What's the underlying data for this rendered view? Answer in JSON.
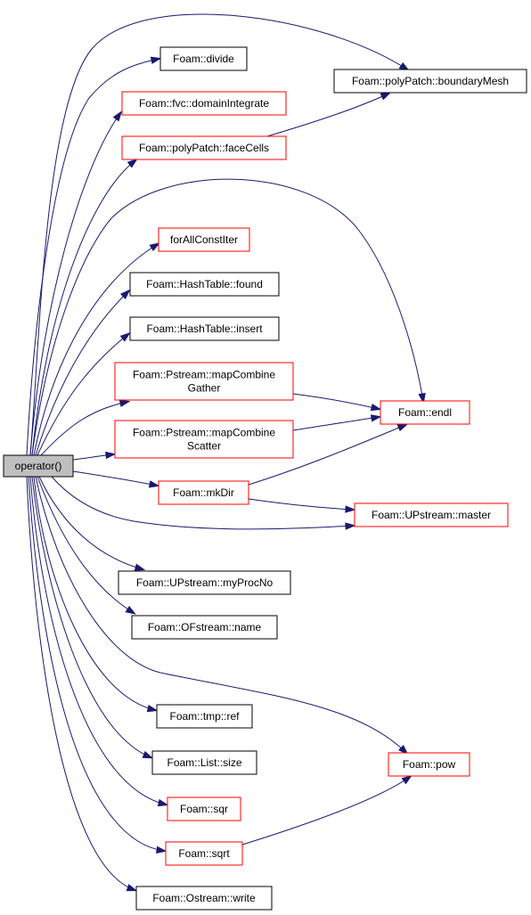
{
  "colors": {
    "edge": "#191970",
    "root_fill": "#bfbfbf",
    "doc_border": "#000000",
    "undoc_border": "#ff0000"
  },
  "nodes": [
    {
      "id": "root",
      "lines": [
        "operator()"
      ],
      "style": "root"
    },
    {
      "id": "divide",
      "lines": [
        "Foam::divide"
      ],
      "style": "doc"
    },
    {
      "id": "boundaryMesh",
      "lines": [
        "Foam::polyPatch::boundaryMesh"
      ],
      "style": "doc"
    },
    {
      "id": "domainIntegrate",
      "lines": [
        "Foam::fvc::domainIntegrate"
      ],
      "style": "undoc"
    },
    {
      "id": "faceCells",
      "lines": [
        "Foam::polyPatch::faceCells"
      ],
      "style": "undoc"
    },
    {
      "id": "forAllConstIter",
      "lines": [
        "forAllConstIter"
      ],
      "style": "undoc"
    },
    {
      "id": "found",
      "lines": [
        "Foam::HashTable::found"
      ],
      "style": "doc"
    },
    {
      "id": "insert",
      "lines": [
        "Foam::HashTable::insert"
      ],
      "style": "doc"
    },
    {
      "id": "mapCombineGather",
      "lines": [
        "Foam::Pstream::mapCombine",
        "Gather"
      ],
      "style": "undoc"
    },
    {
      "id": "endl",
      "lines": [
        "Foam::endl"
      ],
      "style": "undoc"
    },
    {
      "id": "mapCombineScatter",
      "lines": [
        "Foam::Pstream::mapCombine",
        "Scatter"
      ],
      "style": "undoc"
    },
    {
      "id": "mkDir",
      "lines": [
        "Foam::mkDir"
      ],
      "style": "undoc"
    },
    {
      "id": "master",
      "lines": [
        "Foam::UPstream::master"
      ],
      "style": "undoc"
    },
    {
      "id": "myProcNo",
      "lines": [
        "Foam::UPstream::myProcNo"
      ],
      "style": "doc"
    },
    {
      "id": "ofname",
      "lines": [
        "Foam::OFstream::name"
      ],
      "style": "doc"
    },
    {
      "id": "ref",
      "lines": [
        "Foam::tmp::ref"
      ],
      "style": "doc"
    },
    {
      "id": "size",
      "lines": [
        "Foam::List::size"
      ],
      "style": "doc"
    },
    {
      "id": "pow",
      "lines": [
        "Foam::pow"
      ],
      "style": "undoc"
    },
    {
      "id": "sqr",
      "lines": [
        "Foam::sqr"
      ],
      "style": "undoc"
    },
    {
      "id": "sqrt",
      "lines": [
        "Foam::sqrt"
      ],
      "style": "undoc"
    },
    {
      "id": "write",
      "lines": [
        "Foam::Ostream::write"
      ],
      "style": "doc"
    }
  ],
  "edges": [
    {
      "from": "root",
      "to": "boundaryMesh"
    },
    {
      "from": "root",
      "to": "divide"
    },
    {
      "from": "root",
      "to": "domainIntegrate"
    },
    {
      "from": "root",
      "to": "faceCells"
    },
    {
      "from": "root",
      "to": "endl"
    },
    {
      "from": "root",
      "to": "forAllConstIter"
    },
    {
      "from": "root",
      "to": "found"
    },
    {
      "from": "root",
      "to": "insert"
    },
    {
      "from": "root",
      "to": "mapCombineGather"
    },
    {
      "from": "root",
      "to": "mapCombineScatter"
    },
    {
      "from": "root",
      "to": "mkDir"
    },
    {
      "from": "root",
      "to": "master"
    },
    {
      "from": "root",
      "to": "myProcNo"
    },
    {
      "from": "root",
      "to": "ofname"
    },
    {
      "from": "root",
      "to": "pow"
    },
    {
      "from": "root",
      "to": "ref"
    },
    {
      "from": "root",
      "to": "size"
    },
    {
      "from": "root",
      "to": "sqr"
    },
    {
      "from": "root",
      "to": "sqrt"
    },
    {
      "from": "root",
      "to": "write"
    },
    {
      "from": "faceCells",
      "to": "boundaryMesh"
    },
    {
      "from": "mapCombineGather",
      "to": "endl"
    },
    {
      "from": "mapCombineScatter",
      "to": "endl"
    },
    {
      "from": "mkDir",
      "to": "endl"
    },
    {
      "from": "mkDir",
      "to": "master"
    },
    {
      "from": "sqrt",
      "to": "pow"
    }
  ]
}
